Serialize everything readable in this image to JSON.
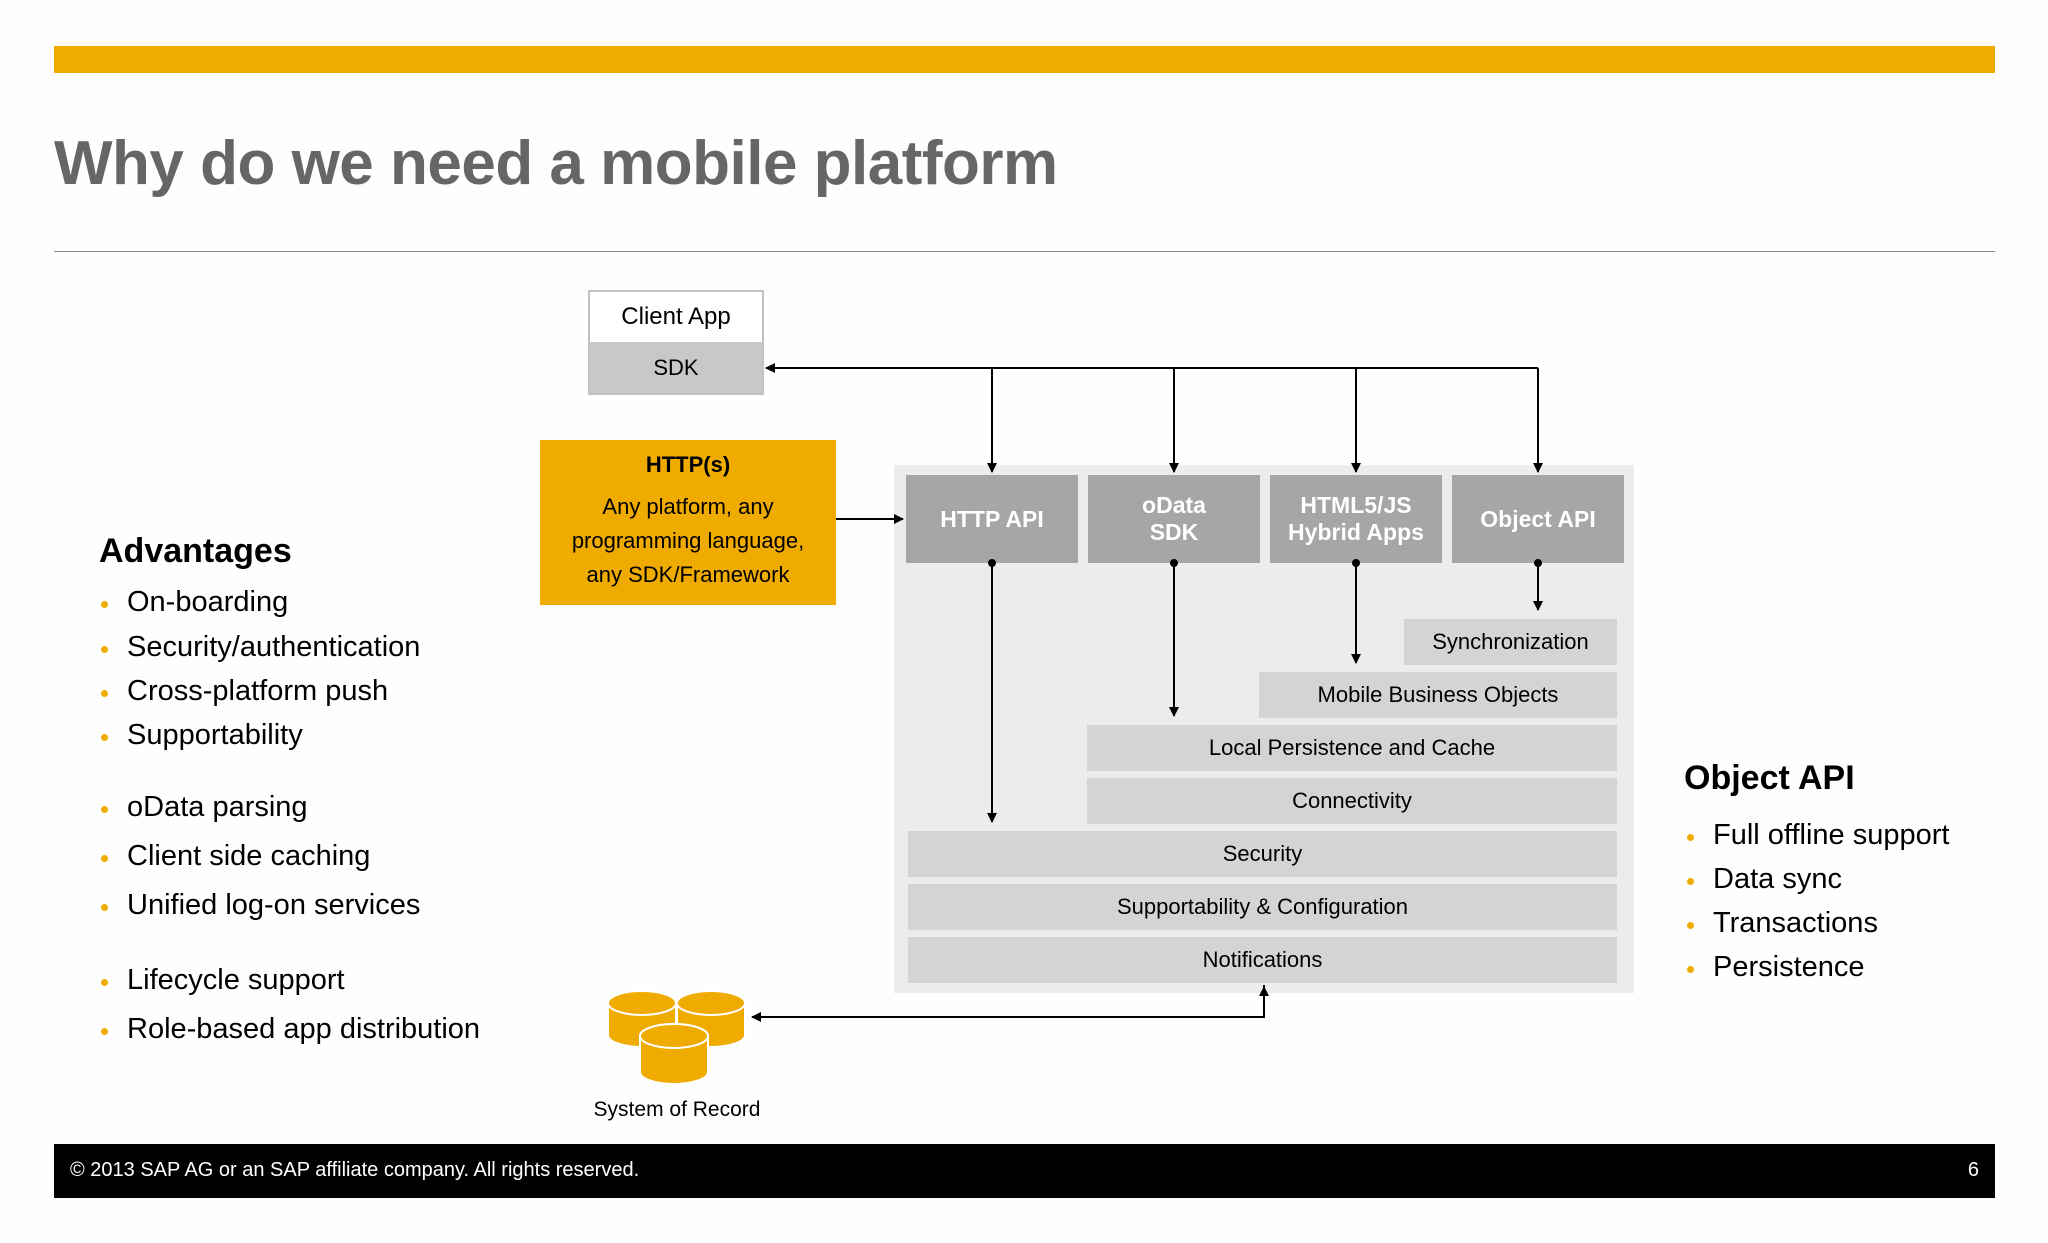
{
  "slide": {
    "title": "Why do we need a mobile platform",
    "page_number": "6",
    "footer": "©  2013 SAP AG or an SAP affiliate company. All rights reserved.",
    "accent_color": "#f0ab00"
  },
  "advantages": {
    "heading": "Advantages",
    "items": [
      "On-boarding",
      "Security/authentication",
      "Cross-platform push",
      "Supportability",
      "oData parsing",
      "Client side caching",
      "Unified log-on services",
      "Lifecycle support",
      "Role-based app distribution"
    ]
  },
  "object_api": {
    "heading": "Object API",
    "items": [
      "Full offline support",
      "Data sync",
      "Transactions",
      "Persistence"
    ]
  },
  "client": {
    "app_label": "Client App",
    "sdk_label": "SDK"
  },
  "http": {
    "heading": "HTTP(s)",
    "lines": [
      "Any platform, any",
      "programming language,",
      "any SDK/Framework"
    ]
  },
  "apis": [
    {
      "lines": [
        "HTTP API"
      ]
    },
    {
      "lines": [
        "oData",
        "SDK"
      ]
    },
    {
      "lines": [
        "HTML5/JS",
        "Hybrid Apps"
      ]
    },
    {
      "lines": [
        "Object API"
      ]
    }
  ],
  "layers": [
    "Synchronization",
    "Mobile Business Objects",
    "Local Persistence and Cache",
    "Connectivity",
    "Security",
    "Supportability & Configuration",
    "Notifications"
  ],
  "system_of_record": {
    "label": "System of Record",
    "icon": "database-icon"
  }
}
